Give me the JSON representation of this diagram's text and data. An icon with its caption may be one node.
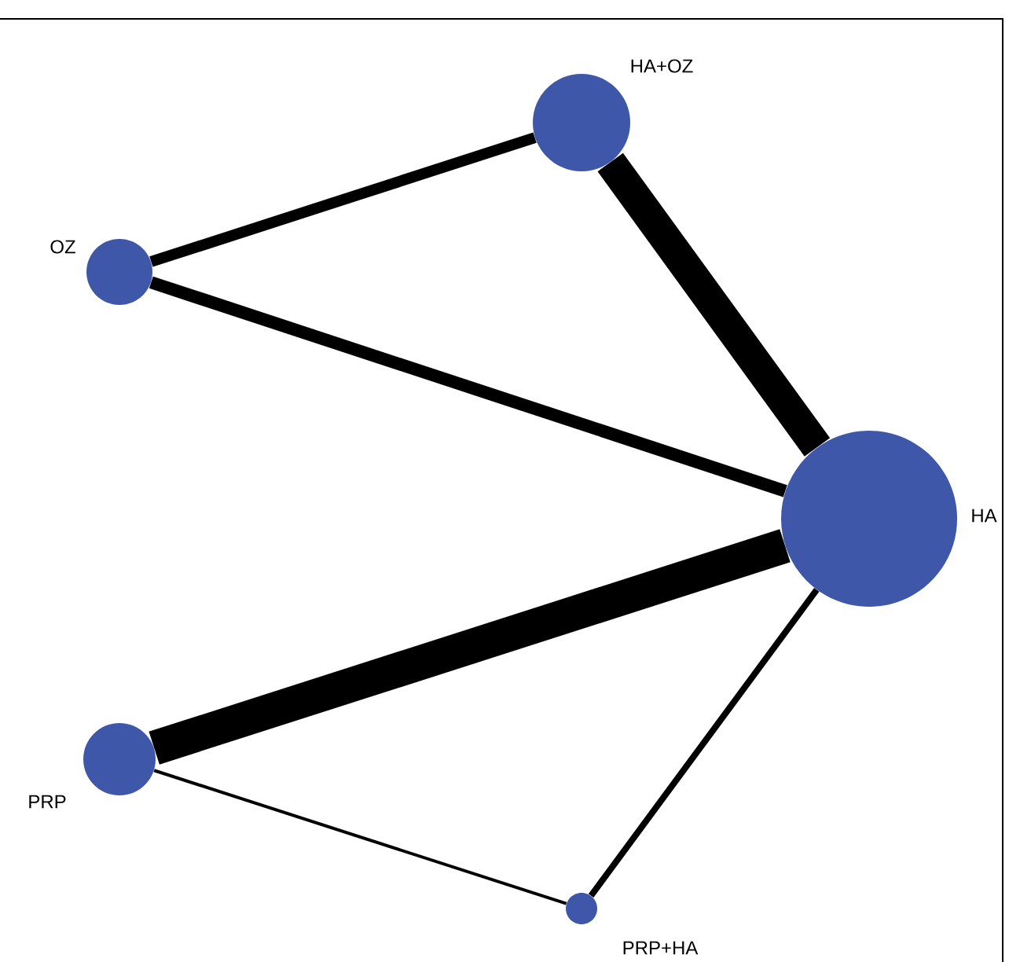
{
  "diagram": {
    "nodes": [
      {
        "text": [
          "HA+OZ"
        ]
      },
      {
        "text": [
          "OZ"
        ]
      },
      {
        "text": [
          "HA"
        ]
      },
      {
        "text": [
          "PRP"
        ]
      },
      {
        "text": [
          "PRP+HA"
        ]
      }
    ],
    "edges": [
      {
        "from": 0,
        "to": 1,
        "arrow": "none"
      },
      {
        "from": 0,
        "to": 2,
        "arrow": "none",
        "style": "thick"
      },
      {
        "from": 1,
        "to": 2,
        "arrow": "none"
      },
      {
        "from": 2,
        "to": 3,
        "arrow": "none",
        "style": "thick"
      },
      {
        "from": 3,
        "to": 4,
        "arrow": "none"
      },
      {
        "from": 4,
        "to": 2,
        "arrow": "none"
      }
    ]
  }
}
